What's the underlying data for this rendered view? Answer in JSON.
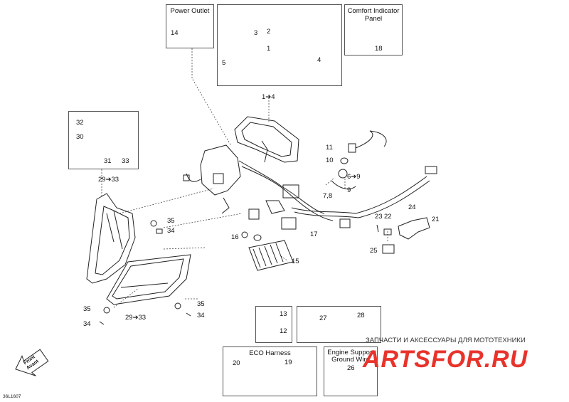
{
  "boxes": {
    "power_outlet": "Power Outlet",
    "comfort_panel_line1": "Comfort Indicator",
    "comfort_panel_line2": "Panel",
    "eco_harness": "ECO Harness",
    "engine_support_line1": "Engine Support",
    "engine_support_line2": "Ground Wire"
  },
  "labels": {
    "p14": "14",
    "p3": "3",
    "p2": "2",
    "p1": "1",
    "p5": "5",
    "p4": "4",
    "p18": "18",
    "p1to4": "1➔4",
    "p32": "32",
    "p30": "30",
    "p31": "31",
    "p33": "33",
    "p29to33_top": "29➔33",
    "p11": "11",
    "p10": "10",
    "p6to9": "6➔9",
    "p78": "7,8",
    "p9": "9",
    "p35a": "35",
    "p34a": "34",
    "p16": "16",
    "p17": "17",
    "p15": "15",
    "p23": "23",
    "p22": "22",
    "p24": "24",
    "p21": "21",
    "p25": "25",
    "p35b": "35",
    "p34b": "34",
    "p35c": "35",
    "p34c": "34",
    "p29to33_bottom": "29➔33",
    "p13": "13",
    "p12": "12",
    "p27": "27",
    "p28": "28",
    "p20": "20",
    "p19": "19",
    "p26": "26"
  },
  "front_arrow": {
    "line1": "Front",
    "line2": "Avant"
  },
  "watermark": {
    "line1": "ЗАПЧАСТИ И АКСЕССУАРЫ ДЛЯ МОТОТЕХНИКИ",
    "line2": "ARTSFOR.RU",
    "color": "#e8332b"
  },
  "diagram_code": "36L1607"
}
